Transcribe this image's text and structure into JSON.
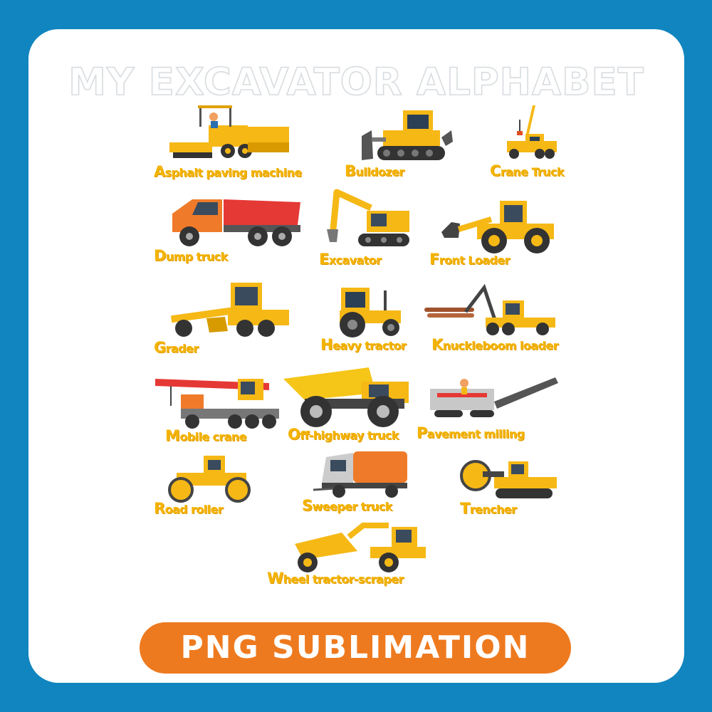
{
  "title": "MY EXCAVATOR ALPHABET",
  "badge": "PNG SUBLIMATION",
  "colors": {
    "frame": "#1185bf",
    "panel": "#ffffff",
    "label": "#f4b400",
    "badge": "#ee7a1f",
    "vehicle_yellow": "#f5b815"
  },
  "vehicles": [
    {
      "label": "Asphalt paving machine",
      "icon": "asphalt-paver-icon"
    },
    {
      "label": "Bulldozer",
      "icon": "bulldozer-icon"
    },
    {
      "label": "Crane Truck",
      "icon": "crane-truck-icon"
    },
    {
      "label": "Dump truck",
      "icon": "dump-truck-icon"
    },
    {
      "label": "Excavator",
      "icon": "excavator-icon"
    },
    {
      "label": "Front Loader",
      "icon": "front-loader-icon"
    },
    {
      "label": "Grader",
      "icon": "grader-icon"
    },
    {
      "label": "Heavy tractor",
      "icon": "heavy-tractor-icon"
    },
    {
      "label": "Knuckleboom loader",
      "icon": "knuckleboom-loader-icon"
    },
    {
      "label": "Mobile crane",
      "icon": "mobile-crane-icon"
    },
    {
      "label": "Off-highway truck",
      "icon": "off-highway-truck-icon"
    },
    {
      "label": "Pavement milling",
      "icon": "pavement-milling-icon"
    },
    {
      "label": "Road roller",
      "icon": "road-roller-icon"
    },
    {
      "label": "Sweeper truck",
      "icon": "sweeper-truck-icon"
    },
    {
      "label": "Trencher",
      "icon": "trencher-icon"
    },
    {
      "label": "Wheel tractor-scraper",
      "icon": "wheel-tractor-scraper-icon"
    }
  ]
}
